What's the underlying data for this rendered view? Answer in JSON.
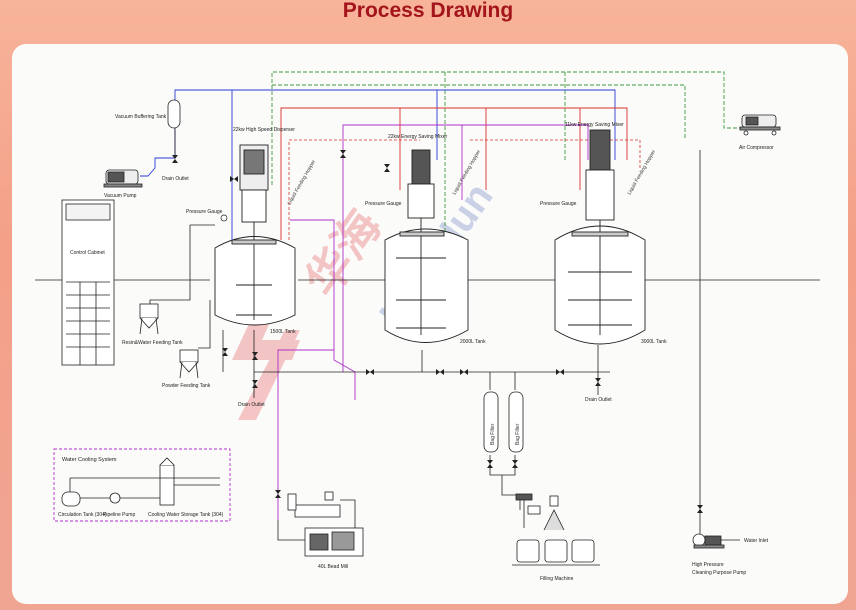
{
  "page": {
    "title": "Process Drawing"
  },
  "labels": {
    "vacuum_buffering_tank": "Vacuum Buffering Tank",
    "drain_outlet_1": "Drain Outlet",
    "vacuum_pump": "Vacuum Pump",
    "high_speed_disperser": "22kw High Speed Disperser",
    "pressure_gauge_1": "Pressure Gauge",
    "liquid_feeding_hopper_1": "Liquid Feeding Hopper",
    "control_cabinet": "Control Cabinet",
    "resin_water_feeding_tank": "Resin&Water Feeding Tank",
    "powder_feeding_tank": "Powder Feeding Tank",
    "tank_1500": "1500L Tank",
    "drain_outlet_2": "Drain Outlet",
    "mixer_2000": "22kw Energy Saving Mixer",
    "pressure_gauge_2": "Pressure Gauge",
    "liquid_feeding_hopper_2": "Liquid Feeding Hopper",
    "tank_2000": "2000L Tank",
    "mixer_3000": "11kw Energy Saving Mixer",
    "pressure_gauge_3": "Pressure Gauge",
    "liquid_feeding_hopper_3": "Liquid Feeding Hopper",
    "tank_3000": "3000L Tank",
    "air_compressor": "Air Compressor",
    "drain_outlet_3": "Drain Outlet",
    "bag_filter_1": "Bag Filter",
    "bag_filter_2": "Bag Filter",
    "water_cooling_system": "Water Cooling System",
    "circulation_tank": "Circulation Tank (304)",
    "pipeline_pump": "Pipeline Pump",
    "cooling_water_storage_tank": "Cooling Water Storage Tank (304)",
    "bead_mill": "40L Bead Mill",
    "filling_machine": "Filling Machine",
    "water_inlet": "Water Inlet",
    "hp_pump_line1": "High Pressure",
    "hp_pump_line2": "Cleaning Purpose Pump"
  },
  "colors": {
    "title": "#a3141b",
    "vacuum_line": "#2b3ad6",
    "red_line": "#d8302c",
    "air_line": "#3f9a3a",
    "purple_line": "#b02fc9",
    "black_line": "#222222",
    "watermark": "#e23a3a"
  }
}
